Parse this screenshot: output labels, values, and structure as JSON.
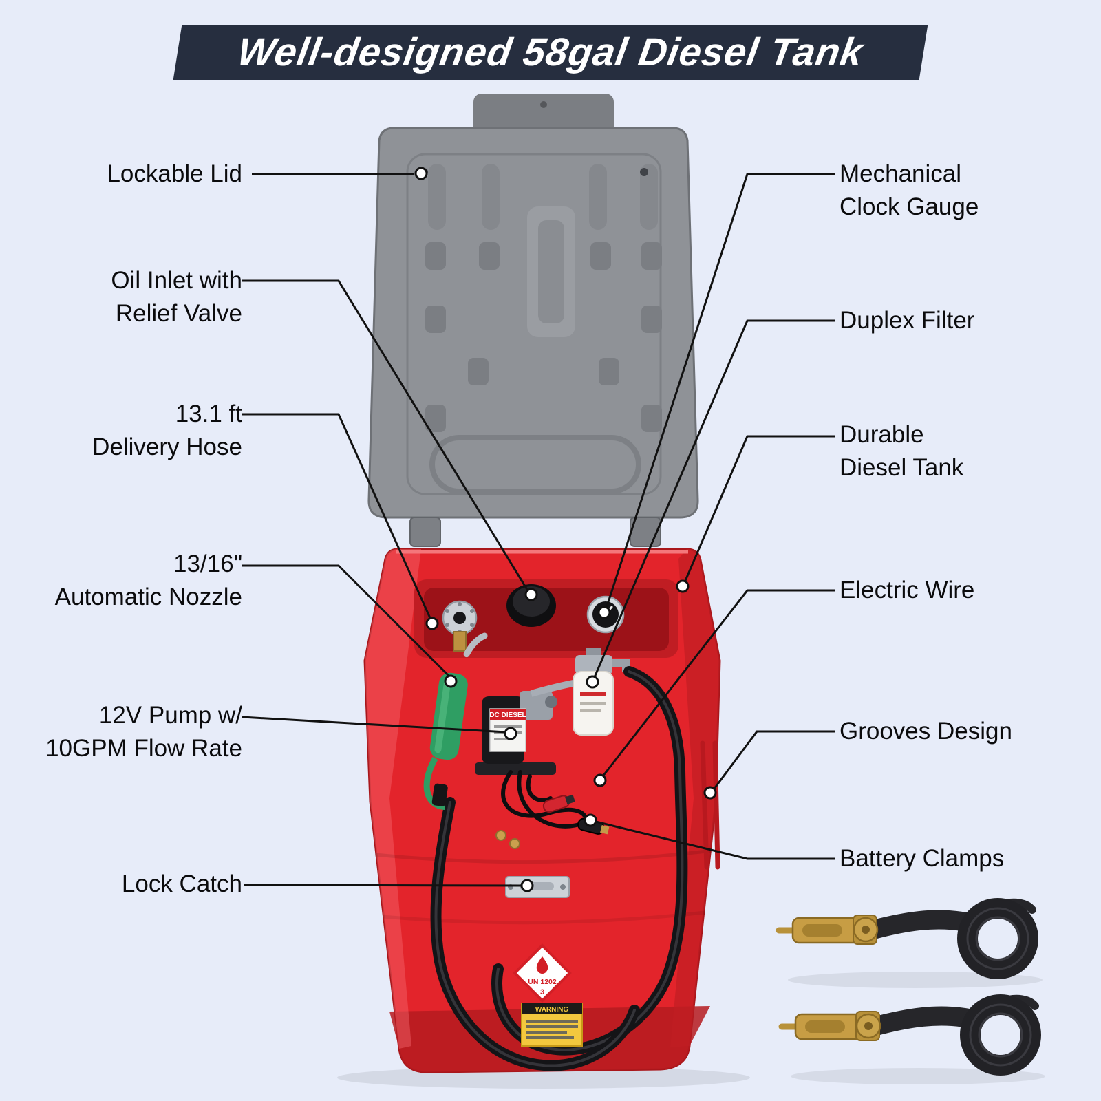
{
  "banner": {
    "title": "Well-designed 58gal Diesel Tank"
  },
  "callouts": {
    "left": [
      {
        "id": "lockable-lid",
        "lines": [
          "Lockable Lid",
          ""
        ]
      },
      {
        "id": "oil-inlet",
        "lines": [
          "Oil Inlet with",
          "Relief Valve"
        ]
      },
      {
        "id": "delivery-hose",
        "lines": [
          "13.1 ft",
          "Delivery Hose"
        ]
      },
      {
        "id": "automatic-nozzle",
        "lines": [
          "13/16\"",
          "Automatic Nozzle"
        ]
      },
      {
        "id": "pump",
        "lines": [
          "12V Pump w/",
          "10GPM Flow Rate"
        ]
      },
      {
        "id": "lock-catch",
        "lines": [
          "Lock Catch",
          ""
        ]
      }
    ],
    "right": [
      {
        "id": "clock-gauge",
        "lines": [
          "Mechanical",
          "Clock Gauge"
        ]
      },
      {
        "id": "duplex-filter",
        "lines": [
          "Duplex Filter",
          ""
        ]
      },
      {
        "id": "diesel-tank",
        "lines": [
          "Durable",
          "Diesel Tank"
        ]
      },
      {
        "id": "electric-wire",
        "lines": [
          "Electric Wire",
          ""
        ]
      },
      {
        "id": "grooves",
        "lines": [
          "Grooves Design",
          ""
        ]
      },
      {
        "id": "battery-clamps",
        "lines": [
          "Battery Clamps",
          ""
        ]
      }
    ]
  },
  "product": {
    "pump_label": "DC DIESEL",
    "placard_text": "UN 1202",
    "placard_class": "3",
    "warning_text": "WARNING"
  },
  "colors": {
    "background": "#e7ecf9",
    "banner_bg": "#262e3f",
    "banner_fg": "#ffffff",
    "tank_red": "#e3242b",
    "tank_red_dark": "#b51b20",
    "lid_gray": "#8f9297",
    "lid_gray_dark": "#7b7e83",
    "nozzle_green": "#2f9e63",
    "hose_black": "#141417",
    "line_black": "#111111",
    "dot_fill": "#ffffff",
    "warning_yellow": "#f3c83e",
    "ratchet_gold": "#c79d44"
  }
}
